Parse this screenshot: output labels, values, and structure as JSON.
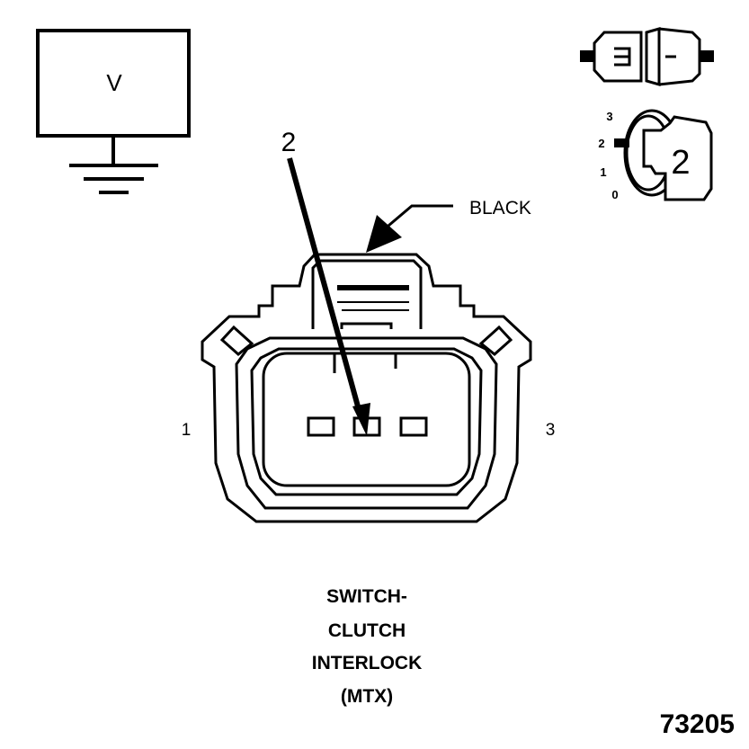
{
  "meter": {
    "label": "V"
  },
  "connector": {
    "color_label": "BLACK",
    "pin_left": "1",
    "pin_right": "3",
    "probe_pin": "2"
  },
  "probe_icon": {
    "positions": [
      "3",
      "2",
      "1",
      "0"
    ],
    "selected": "2"
  },
  "caption": {
    "lines": [
      "SWITCH-",
      "CLUTCH",
      "INTERLOCK",
      "(MTX)"
    ]
  },
  "figure_number": "73205"
}
